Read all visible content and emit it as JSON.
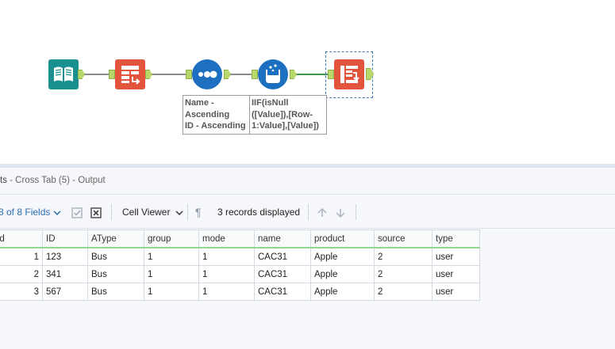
{
  "canvas": {
    "tools": [
      {
        "name": "input-data-tool-icon"
      },
      {
        "name": "select-tool-icon"
      },
      {
        "name": "sort-tool-icon"
      },
      {
        "name": "formula-tool-icon"
      },
      {
        "name": "cross-tab-tool-icon"
      }
    ],
    "sort_annotation": "Name -\nAscending\nID - Ascending",
    "formula_annotation": "IIF(isNull\n([Value]),[Row-\n1:Value],[Value])",
    "colors": {
      "tool_teal": "#1a8a8a",
      "tool_red": "#e2553c",
      "tool_blue": "#1d6fbf",
      "anchor": "#b8d96a",
      "connection_green": "#3a9a4a"
    }
  },
  "results": {
    "title_prefix": "ts",
    "title_rest": " - Cross Tab (5) - Output",
    "fields_label": "8 of 8 Fields",
    "view_label": "Cell Viewer",
    "records_label": "3 records displayed",
    "grid": {
      "headers": [
        "ecord",
        "ID",
        "AType",
        "group",
        "mode",
        "name",
        "product",
        "source",
        "type"
      ],
      "rows": [
        [
          "1",
          "123",
          "Bus",
          "1",
          "1",
          "CAC31",
          "Apple",
          "2",
          "user"
        ],
        [
          "2",
          "341",
          "Bus",
          "1",
          "1",
          "CAC31",
          "Apple",
          "2",
          "user"
        ],
        [
          "3",
          "567",
          "Bus",
          "1",
          "1",
          "CAC31",
          "Apple",
          "2",
          "user"
        ]
      ]
    }
  }
}
